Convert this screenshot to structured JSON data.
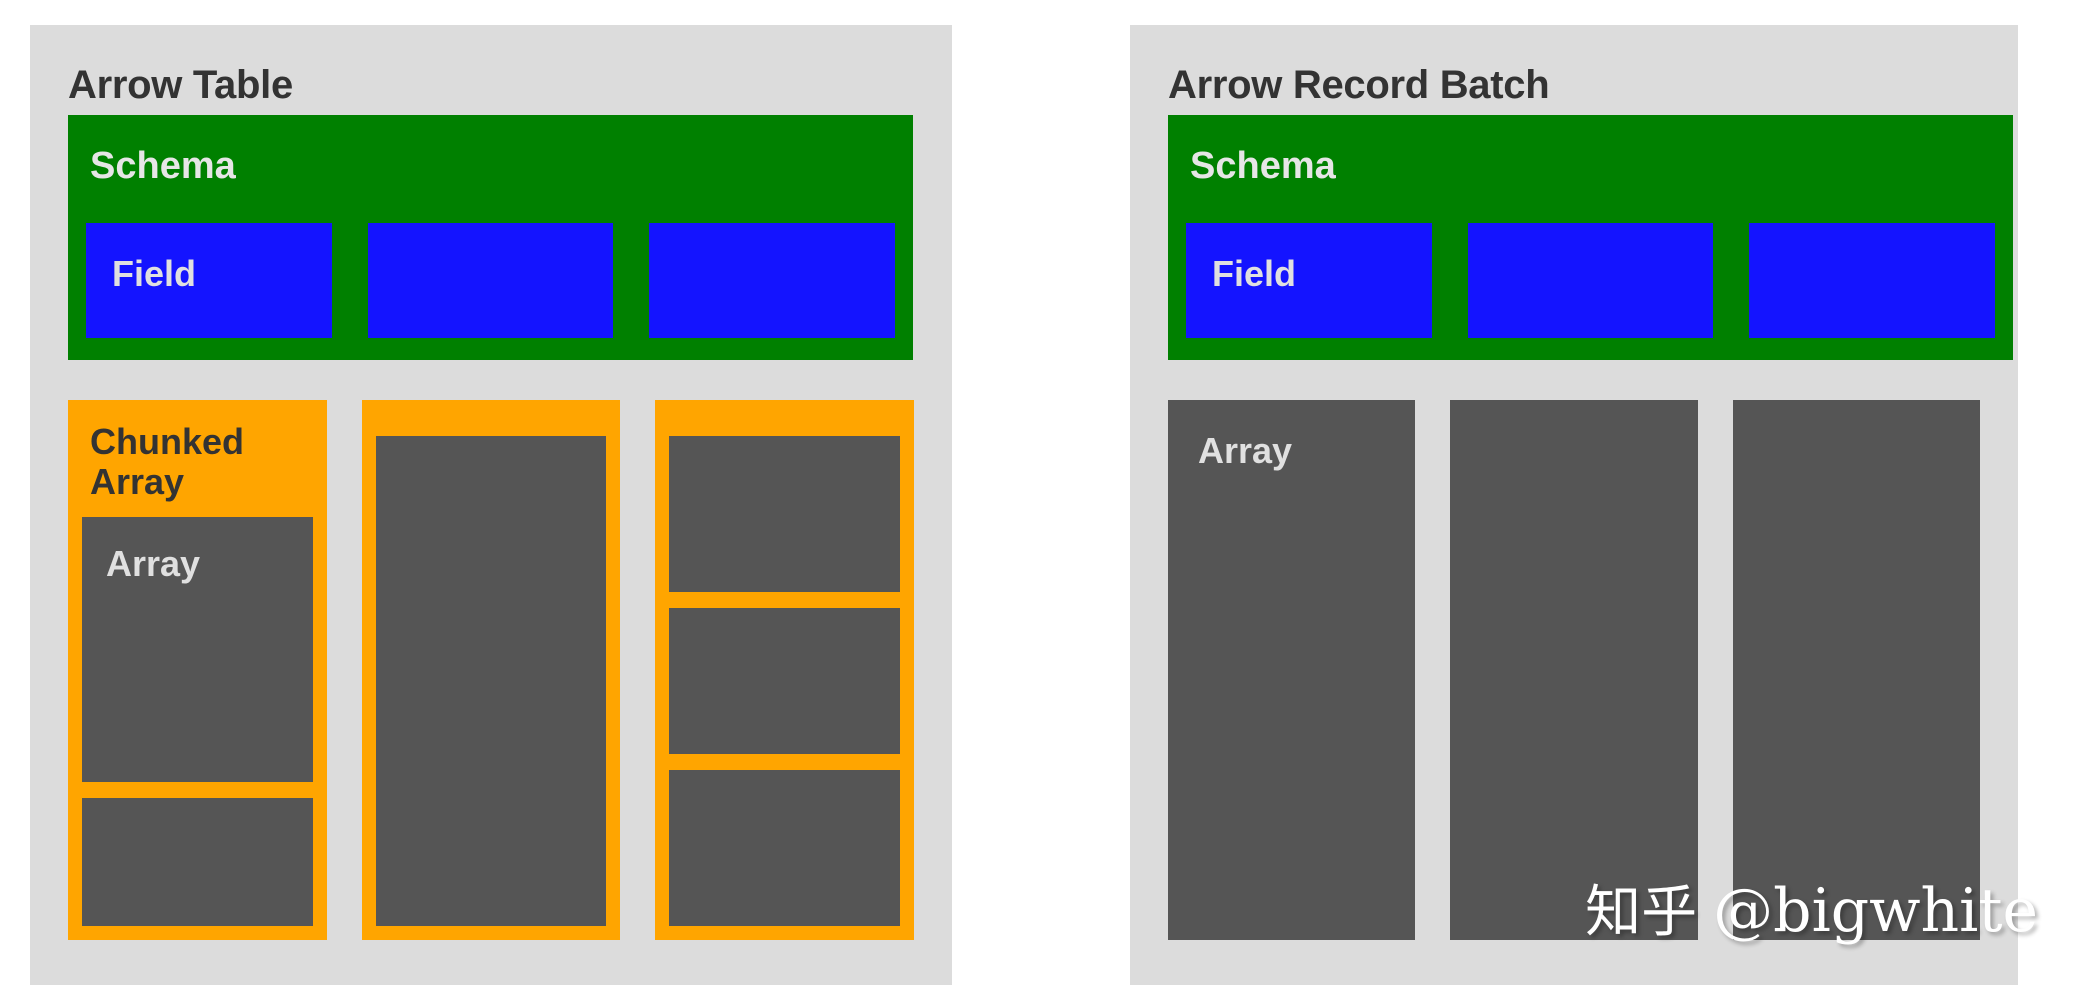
{
  "colors": {
    "page_background": "#ffffff",
    "panel_background": "#dcdcdc",
    "schema_green": "#008000",
    "field_blue": "#1414ff",
    "chunked_array_orange": "#ffa500",
    "array_gray": "#555555",
    "title_text": "#333333",
    "light_text": "#e0e0e0"
  },
  "panels": [
    {
      "id": "arrow-table",
      "title": "Arrow Table",
      "schema": {
        "label": "Schema",
        "fields": [
          {
            "label": "Field"
          },
          {
            "label": ""
          },
          {
            "label": ""
          }
        ]
      },
      "columns": [
        {
          "kind": "chunked-array",
          "label": "Chunked Array",
          "chunks": [
            {
              "label": "Array",
              "flex": 62
            },
            {
              "label": "",
              "flex": 30
            }
          ]
        },
        {
          "kind": "chunked-array",
          "label": "",
          "chunks": [
            {
              "label": "",
              "flex": 100
            }
          ]
        },
        {
          "kind": "chunked-array",
          "label": "",
          "chunks": [
            {
              "label": "",
              "flex": 32
            },
            {
              "label": "",
              "flex": 30
            },
            {
              "label": "",
              "flex": 32
            }
          ]
        }
      ]
    },
    {
      "id": "arrow-record-batch",
      "title": "Arrow Record Batch",
      "schema": {
        "label": "Schema",
        "fields": [
          {
            "label": "Field"
          },
          {
            "label": ""
          },
          {
            "label": ""
          }
        ]
      },
      "columns": [
        {
          "kind": "array",
          "label": "Array"
        },
        {
          "kind": "array",
          "label": ""
        },
        {
          "kind": "array",
          "label": ""
        }
      ]
    }
  ],
  "watermark": {
    "logo": "知乎",
    "handle": "@bigwhite"
  }
}
